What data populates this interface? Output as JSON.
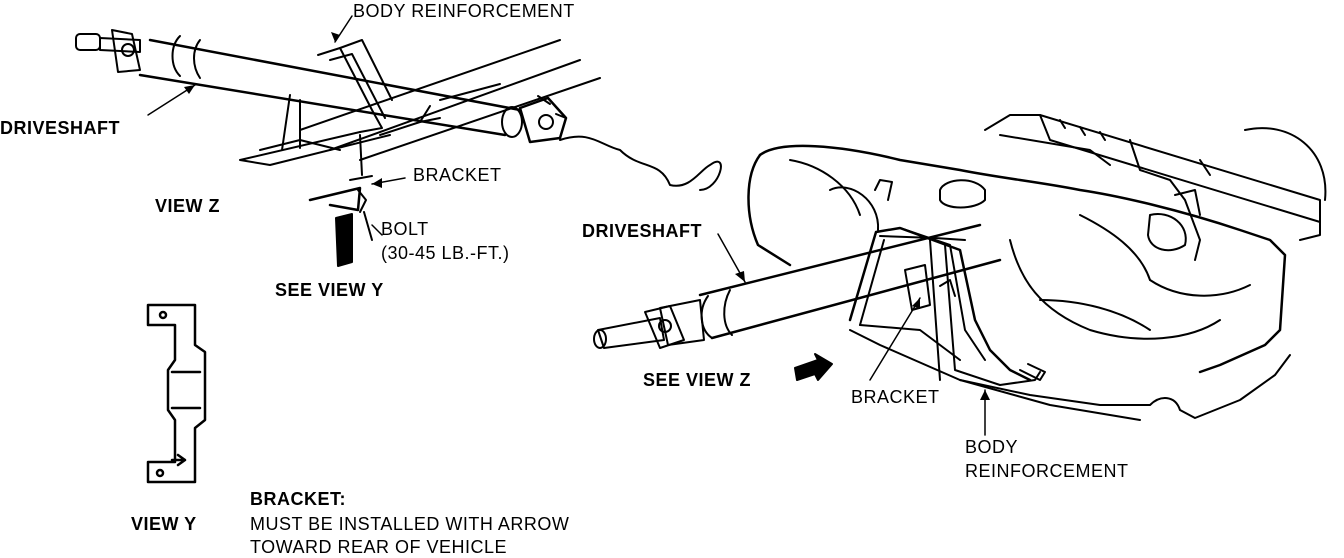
{
  "colors": {
    "ink": "#000000",
    "paper": "#ffffff"
  },
  "labels": {
    "body_reinforcement_top": "BODY REINFORCEMENT",
    "driveshaft_left": "DRIVESHAFT",
    "bracket_view_z": "BRACKET",
    "view_z": "VIEW Z",
    "bolt": "BOLT",
    "torque": "(30-45 LB.-FT.)",
    "see_view_y": "SEE VIEW Y",
    "driveshaft_right": "DRIVESHAFT",
    "see_view_z": "SEE VIEW Z",
    "bracket_main": "BRACKET",
    "body_main_line1": "BODY",
    "body_main_line2": "REINFORCEMENT",
    "view_y": "VIEW Y",
    "note_title": "BRACKET:",
    "note_line1": "MUST BE INSTALLED WITH ARROW",
    "note_line2": "TOWARD REAR OF VEHICLE"
  }
}
